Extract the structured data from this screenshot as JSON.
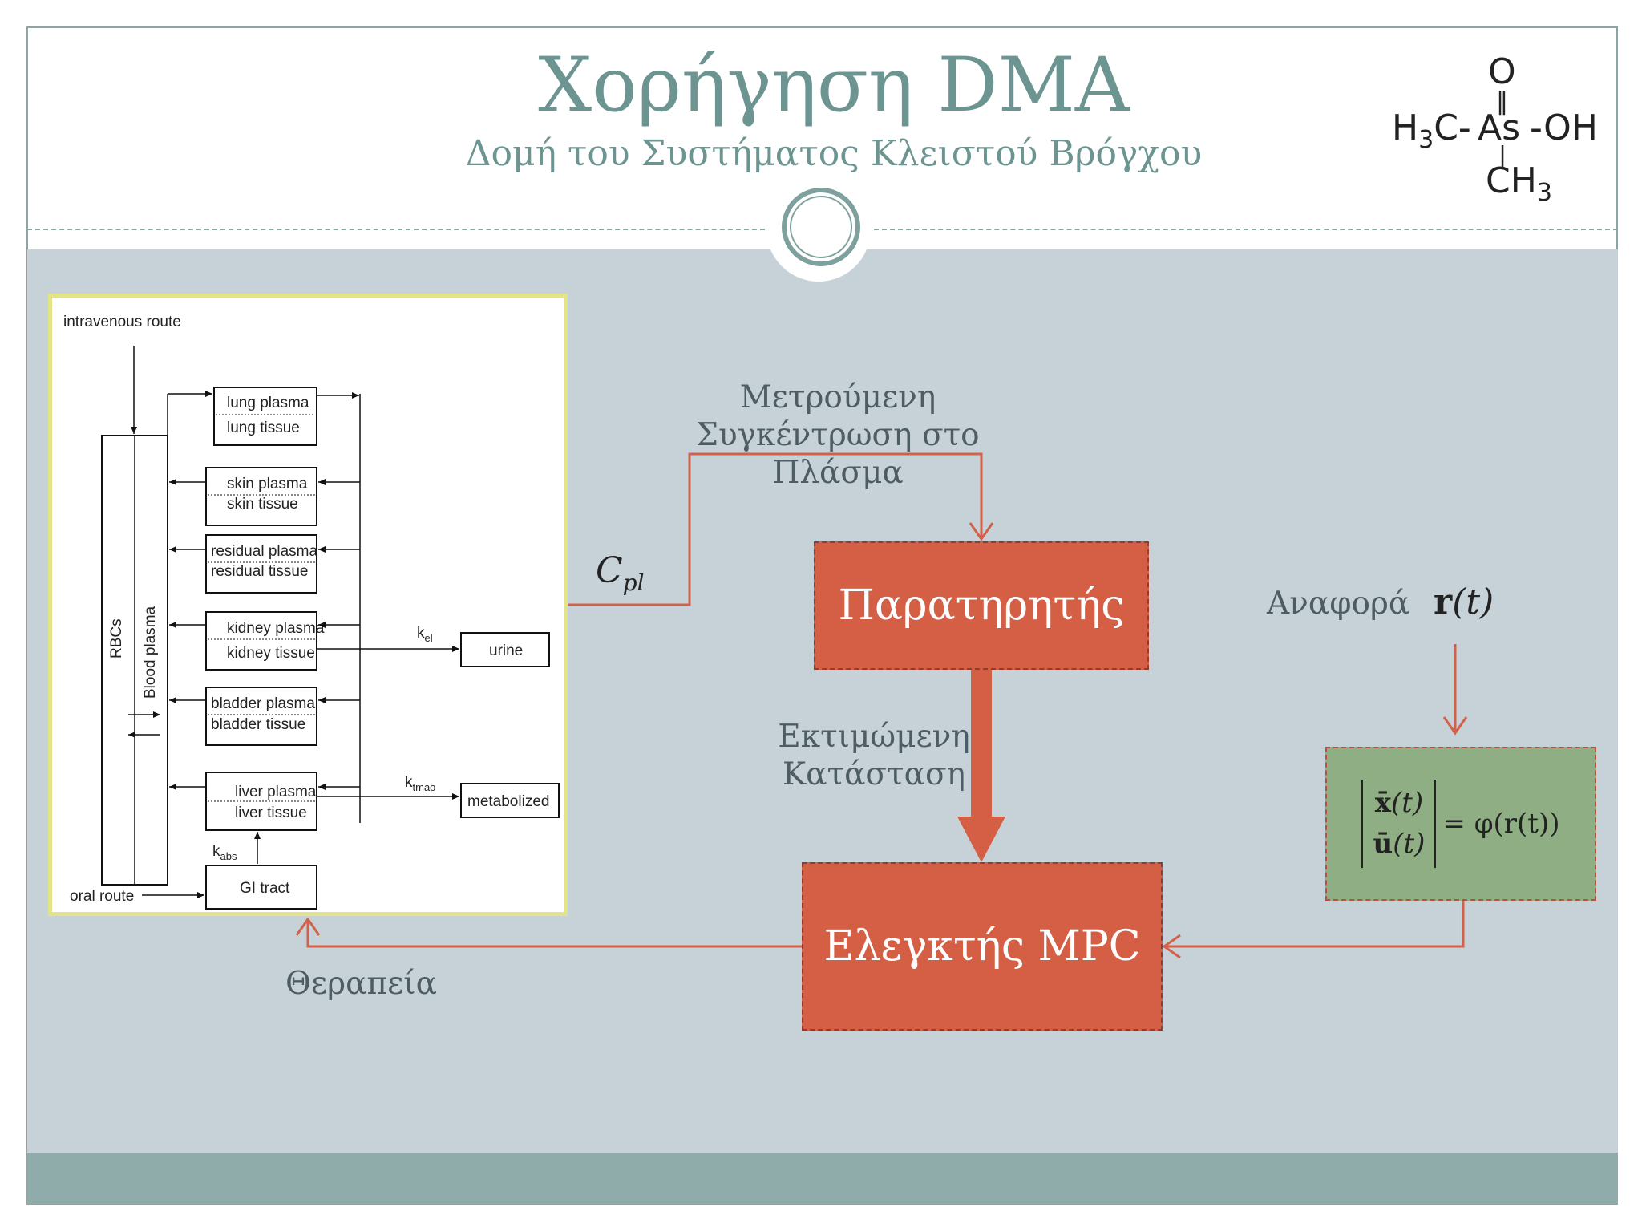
{
  "header": {
    "title": "Χορήγηση DMA",
    "subtitle": "Δομή του Συστήματος Κλειστού Βρόγχου",
    "molecule": {
      "top": "O",
      "left": "H",
      "left_sub": "3",
      "left_tail": "C-",
      "center": "As",
      "right": "-OH",
      "bottom": "CH",
      "bottom_sub": "3"
    }
  },
  "pbpk": {
    "intravenous_label": "intravenous route",
    "oral_label": "oral route",
    "rbc_label": "RBCs",
    "blood_plasma_label": "Blood plasma",
    "compartments": [
      {
        "plasma": "lung plasma",
        "tissue": "lung tissue"
      },
      {
        "plasma": "skin plasma",
        "tissue": "skin tissue"
      },
      {
        "plasma": "residual plasma",
        "tissue": "residual tissue"
      },
      {
        "plasma": "kidney plasma",
        "tissue": "kidney tissue"
      },
      {
        "plasma": "bladder plasma",
        "tissue": "bladder tissue"
      },
      {
        "plasma": "liver plasma",
        "tissue": "liver tissue"
      }
    ],
    "gi_label": "GI tract",
    "urine_label": "urine",
    "metabolized_label": "metabolized",
    "k_el": "k",
    "k_el_sub": "el",
    "k_tmao": "k",
    "k_tmao_sub": "tmao",
    "k_abs": "k",
    "k_abs_sub": "abs"
  },
  "loop": {
    "measured_line1": "Μετρούμενη",
    "measured_line2": "Συγκέντρωση στο Πλάσμα",
    "cpl_main": "C",
    "cpl_sub": "pl",
    "observer_label": "Παρατηρητής",
    "estimated_line1": "Εκτιμώμενη",
    "estimated_line2": "Κατάσταση",
    "controller_label": "Ελεγκτής MPC",
    "therapy_label": "Θεραπεία",
    "reference_label": "Αναφορά",
    "reference_symbol": "r",
    "reference_arg": "(t)",
    "ref_eq_x": "x̄",
    "ref_eq_u": "ū",
    "ref_eq_t": "(t)",
    "ref_eq_rhs": "= φ(r(t))"
  },
  "colors": {
    "accent_teal": "#6c9490",
    "observer_fill": "#d45f45",
    "reference_fill": "#8fae83",
    "arrow_red": "#d2614a",
    "content_bg": "#c6d2d8",
    "footer_bg": "#8fabaa"
  }
}
